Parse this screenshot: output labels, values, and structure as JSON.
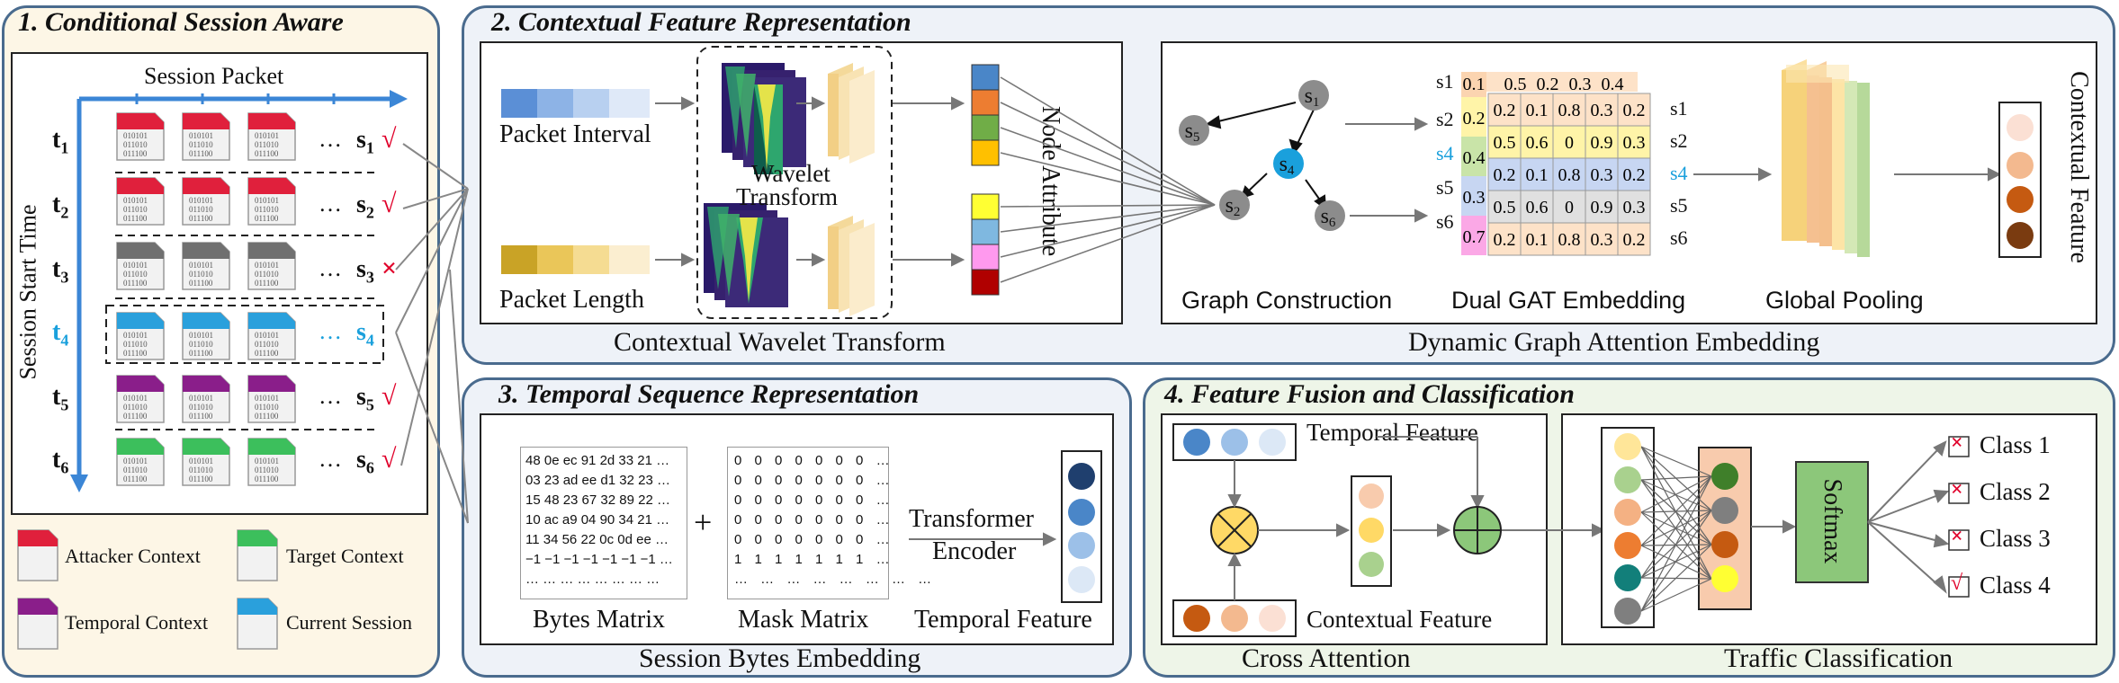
{
  "panels": {
    "p1_title": "1. Conditional Session Aware",
    "p2_title": "2. Contextual Feature Representation",
    "p3_title": "3. Temporal Sequence Representation",
    "p4_title": "4. Feature Fusion and Classification"
  },
  "session_aware": {
    "x_axis_label": "Session Packet",
    "y_axis_label": "Session Start Time",
    "times": [
      "t",
      "t",
      "t",
      "t",
      "t",
      "t"
    ],
    "time_subs": [
      "1",
      "2",
      "3",
      "4",
      "5",
      "6"
    ],
    "sessions": [
      "s",
      "s",
      "s",
      "s",
      "s",
      "s"
    ],
    "session_subs": [
      "1",
      "2",
      "3",
      "4",
      "5",
      "6"
    ],
    "marks": [
      "√",
      "√",
      "×",
      "",
      "√",
      "√"
    ],
    "ellipsis": "…",
    "packet_text": [
      "010101",
      "011010",
      "011100"
    ],
    "legend": {
      "attacker": "Attacker Context",
      "target": "Target Context",
      "temporal": "Temporal Context",
      "current": "Current Session"
    }
  },
  "wavelet": {
    "packet_interval": "Packet Interval",
    "packet_length": "Packet Length",
    "wavelet_transform": [
      "Wavelet",
      "Transform"
    ],
    "node_attribute": "Node Attribute",
    "caption": "Contextual Wavelet Transform"
  },
  "graph": {
    "nodes": [
      "s1",
      "s2",
      "s4",
      "s5",
      "s6"
    ],
    "graph_construction": "Graph Construction",
    "dual_gat": "Dual GAT Embedding",
    "global_pooling": "Global Pooling",
    "contextual_feature": "Contextual Feature",
    "caption": "Dynamic Graph Attention Embedding",
    "left_row_labels": [
      "s1",
      "s2",
      "s4",
      "s5",
      "s6"
    ],
    "right_row_labels": [
      "s1",
      "s2",
      "s4",
      "s5",
      "s6"
    ],
    "back_matrix_top": [
      "0.1",
      "0.5",
      "0.2",
      "0.3",
      "0.4"
    ],
    "back_matrix_col": [
      "0.2",
      "0.4",
      "0.3",
      "0.7"
    ],
    "front_matrix": [
      [
        "0.2",
        "0.1",
        "0.8",
        "0.3",
        "0.2"
      ],
      [
        "0.5",
        "0.6",
        "0",
        "0.9",
        "0.3"
      ],
      [
        "0.2",
        "0.1",
        "0.8",
        "0.3",
        "0.2"
      ],
      [
        "0.5",
        "0.6",
        "0",
        "0.9",
        "0.3"
      ],
      [
        "0.2",
        "0.1",
        "0.8",
        "0.3",
        "0.2"
      ]
    ]
  },
  "temporal": {
    "bytes_matrix_rows": [
      "48 0e ec 91 2d 33 21 …",
      "03 23 ad ee d1 32 23 …",
      "15 48 23 67 32 89 22 …",
      "10 ac a9 04 90 34 21 …",
      "11 34 56 22 0c 0d ee …",
      "−1 −1 −1 −1 −1 −1 −1 …",
      "… … … … … … … …"
    ],
    "mask_matrix_rows": [
      "0 0 0 0 0 0 0 …",
      "0 0 0 0 0 0 0 …",
      "0 0 0 0 0 0 0 …",
      "0 0 0 0 0 0 0 …",
      "0 0 0 0 0 0 0 …",
      "1 1 1 1 1 1 1 …",
      "… … … … … … … …"
    ],
    "plus": "+",
    "bytes_matrix": "Bytes Matrix",
    "mask_matrix": "Mask Matrix",
    "transformer": [
      "Transformer",
      "Encoder"
    ],
    "temporal_feature": "Temporal Feature",
    "caption": "Session Bytes Embedding"
  },
  "fusion": {
    "temporal_feature": "Temporal Feature",
    "contextual_feature": "Contextual Feature",
    "cross_attention": "Cross Attention",
    "softmax": "Softmax",
    "classes": [
      "Class 1",
      "Class 2",
      "Class 3",
      "Class 4"
    ],
    "class_marks": [
      "×",
      "×",
      "×",
      "√"
    ],
    "traffic_classification": "Traffic Classification"
  },
  "colors": {
    "panel_border": "#4a6b8e",
    "panel1_bg": "#fdf6e6",
    "panel2_bg": "#eef2f8",
    "panel4_bg": "#eef5e8",
    "current_blue": "#1aa0dc",
    "check_red": "#e0002a",
    "softmax_green": "#8cc77a"
  }
}
